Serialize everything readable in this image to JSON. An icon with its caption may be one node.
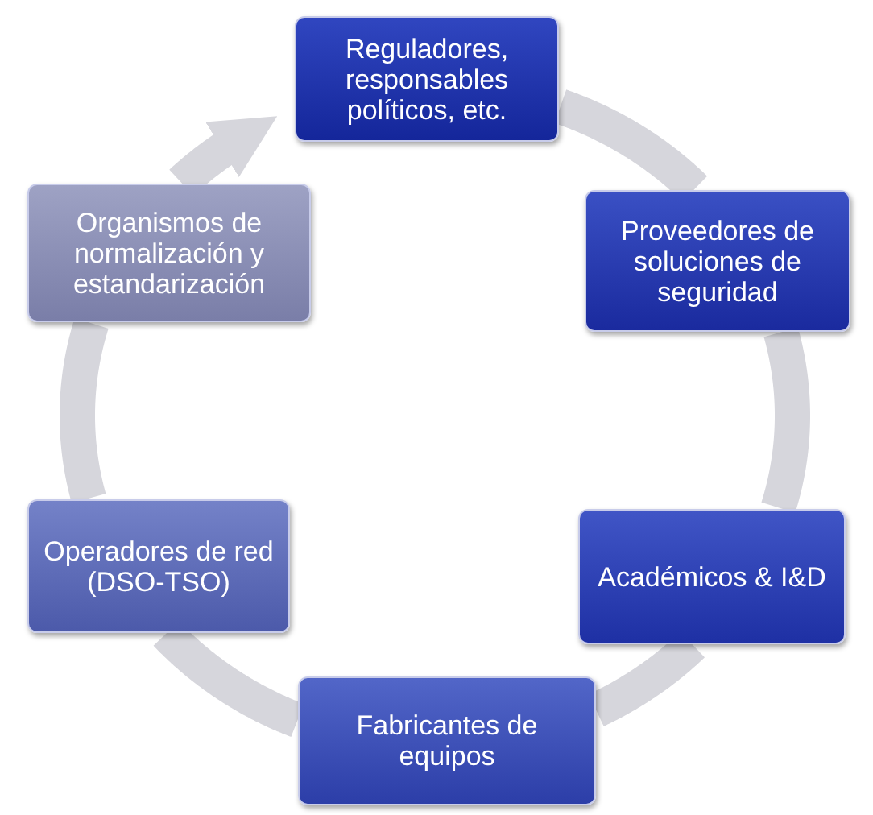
{
  "diagram": {
    "nodes": [
      {
        "text": [
          "Reguladores, responsables políticos, etc."
        ]
      },
      {
        "text": [
          "Proveedores de soluciones de seguridad"
        ]
      },
      {
        "text": [
          "Académicos & I&D"
        ]
      },
      {
        "text": [
          "Fabricantes de equipos"
        ]
      },
      {
        "text": [
          "Operadores de red (DSO-TSO)"
        ]
      },
      {
        "text": [
          "Organismos de normalización y estandarización"
        ]
      }
    ],
    "edges": [
      {
        "from": 0,
        "to": 1,
        "arrow": "none"
      },
      {
        "from": 1,
        "to": 2,
        "arrow": "none"
      },
      {
        "from": 2,
        "to": 3,
        "arrow": "none"
      },
      {
        "from": 3,
        "to": 4,
        "arrow": "none"
      },
      {
        "from": 4,
        "to": 5,
        "arrow": "none"
      },
      {
        "from": 5,
        "to": 0,
        "arrow": "to"
      }
    ]
  }
}
